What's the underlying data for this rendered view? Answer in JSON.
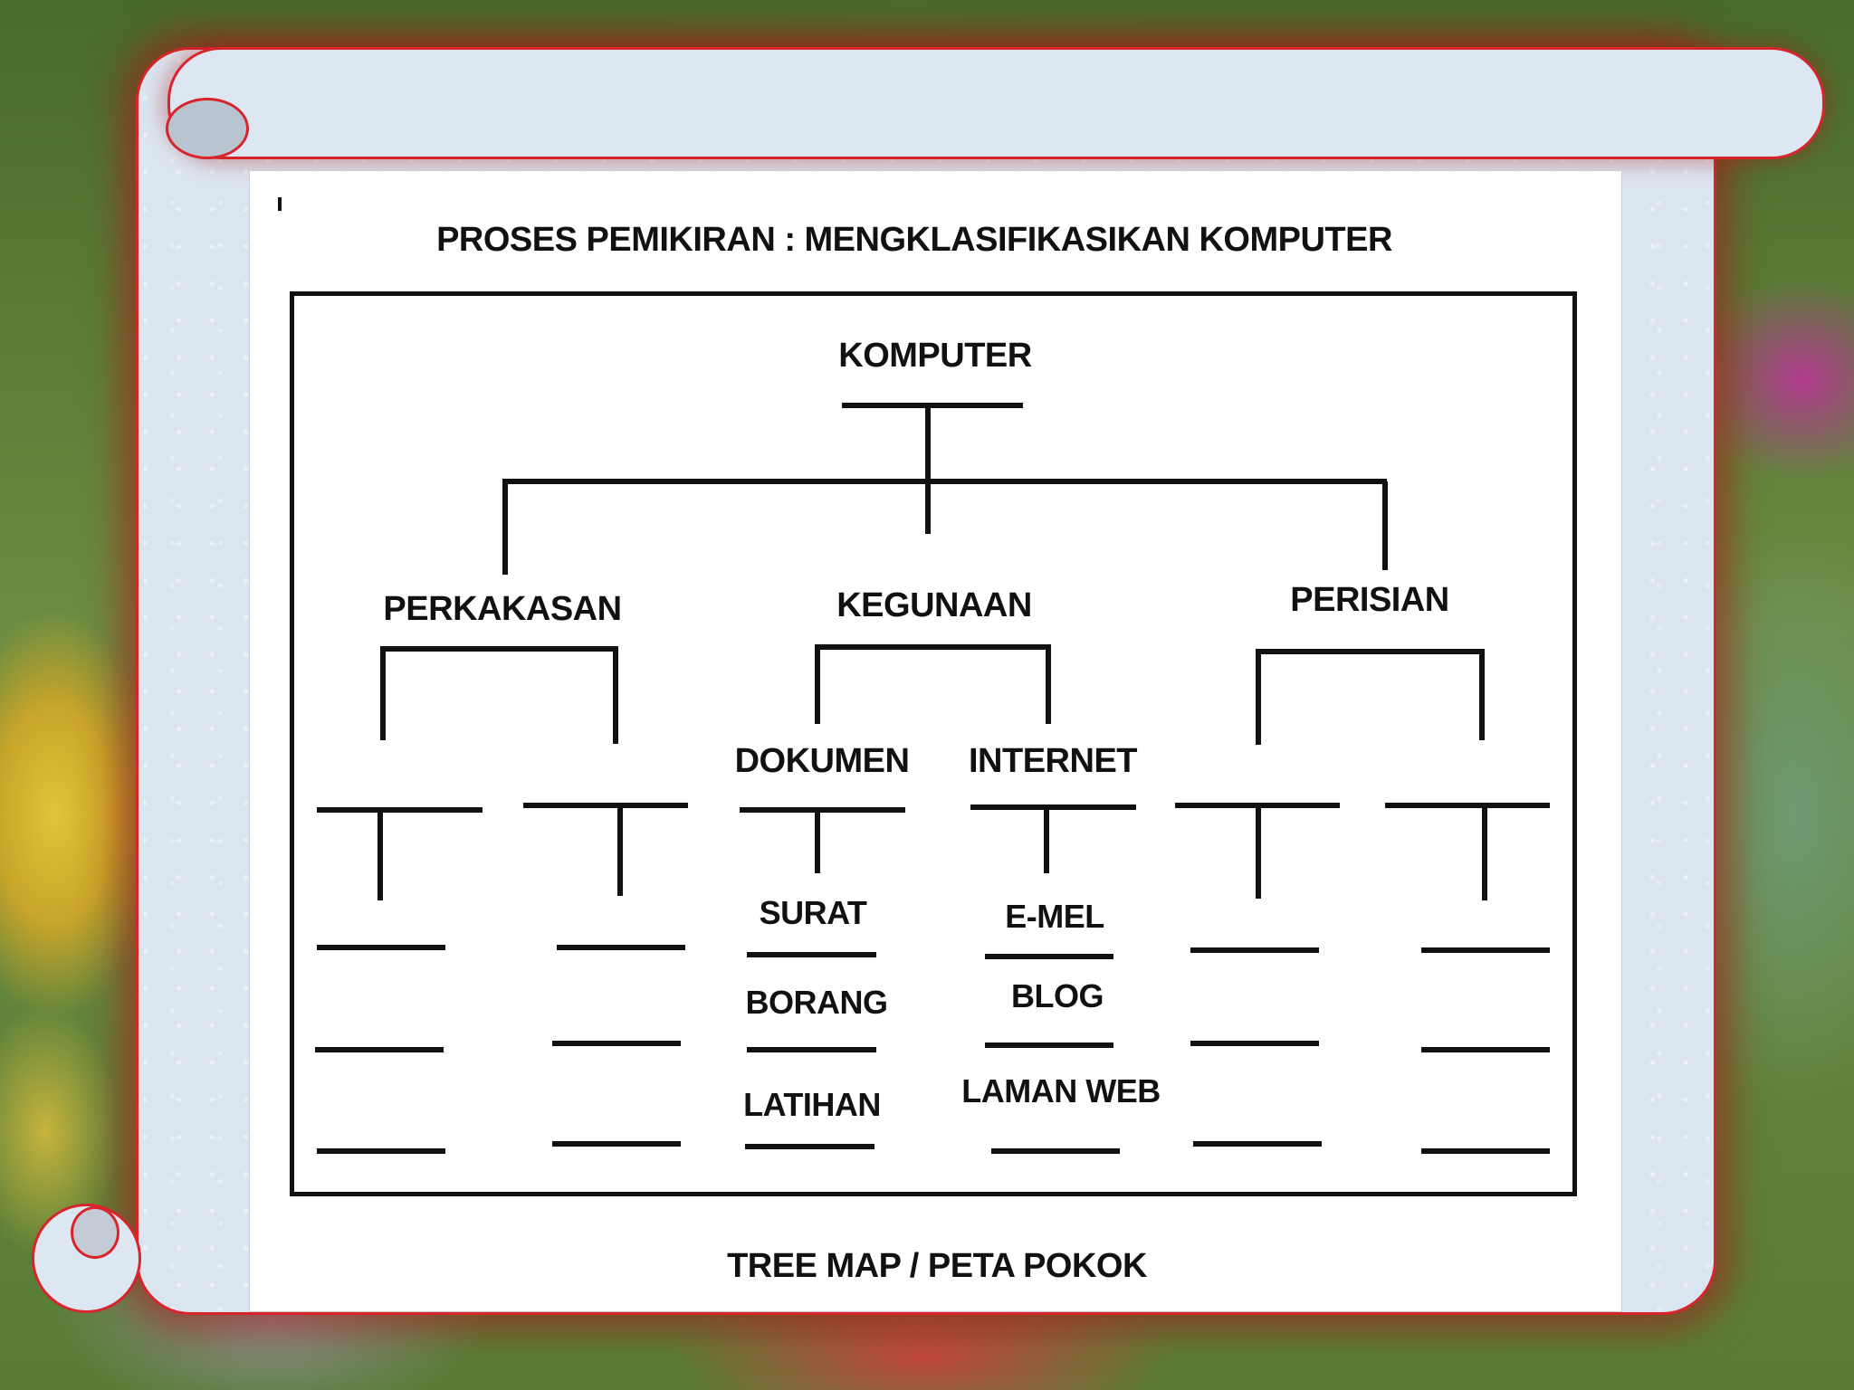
{
  "slide": {
    "title": "PROSES PEMIKIRAN  :  MENGKLASIFIKASIKAN KOMPUTER",
    "caption": "TREE MAP / PETA POKOK"
  },
  "tree": {
    "root": "KOMPUTER",
    "branches": {
      "perkakasan": {
        "label": "PERKAKASAN"
      },
      "kegunaan": {
        "label": "KEGUNAAN",
        "dokumen": {
          "label": "DOKUMEN",
          "items": [
            "SURAT",
            "BORANG",
            "LATIHAN"
          ]
        },
        "internet": {
          "label": "INTERNET",
          "items": [
            "E-MEL",
            "BLOG",
            "LAMAN WEB"
          ]
        }
      },
      "perisian": {
        "label": "PERISIAN"
      }
    }
  },
  "colors": {
    "border": "#d7252b",
    "ink": "#111111"
  }
}
